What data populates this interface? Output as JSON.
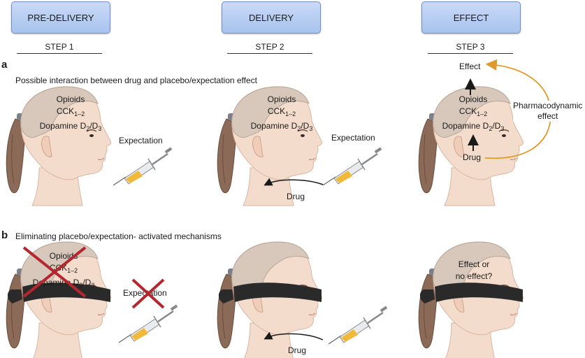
{
  "steps": [
    {
      "box": "PRE-DELIVERY",
      "step": "STEP 1"
    },
    {
      "box": "DELIVERY",
      "step": "STEP 2"
    },
    {
      "box": "EFFECT",
      "step": "STEP 3"
    }
  ],
  "row_a": {
    "letter": "a",
    "title": "Possible interaction between drug and placebo/expectation effect",
    "brain_opioids": "Opioids",
    "brain_cck": "CCK",
    "brain_cck_sub": "1–2",
    "brain_dopamine": "Dopamine D",
    "brain_d2_sub": "2",
    "brain_sep": "/D",
    "brain_d3_sub": "3",
    "expectation": "Expectation",
    "drug": "Drug",
    "effect": "Effect",
    "pd_line1": "Pharmacodynamic",
    "pd_line2": "effect"
  },
  "row_b": {
    "letter": "b",
    "title": "Eliminating placebo/expectation- activated mechanisms",
    "brain_opioids": "Opioids",
    "brain_cck": "CCK",
    "brain_cck_sub": "1–2",
    "brain_dopamine": "Dopamine D",
    "brain_d2_sub": "2",
    "brain_sep": "/D",
    "brain_d3_sub": "3",
    "expectation": "Expectation",
    "drug": "Drug",
    "effect_q1": "Effect or",
    "effect_q2": "no effect?"
  },
  "colors": {
    "step_box": "#b3cbf1",
    "skin": "#f4dccd",
    "hair": "#8c6a58",
    "brain": "#d8c8bb",
    "blindfold": "#2a2a2a",
    "cross": "#b5272f",
    "pd_arrow": "#e09a2c",
    "syringe_fluid": "#f0b93a"
  }
}
